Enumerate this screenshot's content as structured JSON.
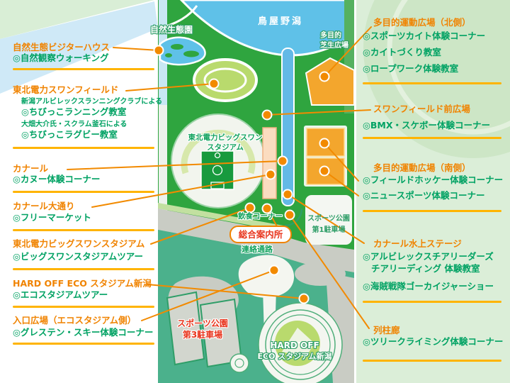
{
  "map": {
    "lagoon_label": "鳥屋野潟",
    "nature_area_label": "自然生態園",
    "lawn_plaza_line1": "多目的",
    "lawn_plaza_line2": "芝生広場",
    "big_swan_line1": "東北電力ビッグスワン",
    "big_swan_line2": "スタジアム",
    "food_corner_label": "飲食コーナー",
    "info_center_label": "総合案内所",
    "walkway_label": "連絡通路",
    "parking1_line1": "スポーツ公園",
    "parking1_line2": "第1駐車場",
    "parking3_line1": "スポーツ公園",
    "parking3_line2": "第3駐車場",
    "eco_stadium_line1": "HARD OFF",
    "eco_stadium_line2": "ECO スタジアム新潟"
  },
  "left_groups": [
    {
      "title": "自然生態ビジターハウス",
      "items": [
        "◎自然観察ウォーキング"
      ]
    },
    {
      "title": "東北電力スワンフィールド",
      "sub1": "新潟アルビレックスランニングクラブによる",
      "item1": "◎ちびっこランニング教室",
      "sub2": "大畑大介氏・スクラム釜石による",
      "item2": "◎ちびっこラグビー教室"
    },
    {
      "title": "カナール",
      "items": [
        "◎カヌー体験コーナー"
      ]
    },
    {
      "title": "カナール大通り",
      "items": [
        "◎フリーマーケット"
      ]
    },
    {
      "title": "東北電力ビッグスワンスタジアム",
      "items": [
        "◎ビッグスワンスタジアムツアー"
      ]
    },
    {
      "title": "HARD OFF ECO スタジアム新潟",
      "items": [
        "◎エコスタジアムツアー"
      ]
    },
    {
      "title": "入口広場（エコスタジアム側）",
      "items": [
        "◎グレステン・スキー体験コーナー"
      ]
    }
  ],
  "right_groups": [
    {
      "title": "多目的運動広場（北側）",
      "items": [
        "◎スポーツカイト体験コーナー",
        "◎カイトづくり教室",
        "◎ロープワーク体験教室"
      ]
    },
    {
      "title": "スワンフィールド前広場",
      "items": [
        "◎BMX・スケボー体験コーナー"
      ]
    },
    {
      "title": "多目的運動広場（南側）",
      "items": [
        "◎フィールドホッケー体験コーナー",
        "◎ニュースポーツ体験コーナー"
      ]
    },
    {
      "title": "カナール水上ステージ",
      "items": [
        "◎アルビレックスチアリーダーズ",
        "チアリーディング 体験教室",
        "◎海賊戦隊ゴーカイジャーショー"
      ]
    },
    {
      "title": "列柱廊",
      "items": [
        "◎ツリークライミング体験コーナー"
      ]
    }
  ],
  "colors": {
    "accent_orange": "#f08300",
    "label_green": "#00a263",
    "separator_orange": "#ffb400",
    "red": "#e8341c",
    "map_green": "#2fa53f",
    "water_blue": "#5fc1e8",
    "south_teal": "#4bb18c",
    "panel_green": "#dbeed8",
    "court_orange": "#f3a62d",
    "track_green": "#b9da6d"
  }
}
